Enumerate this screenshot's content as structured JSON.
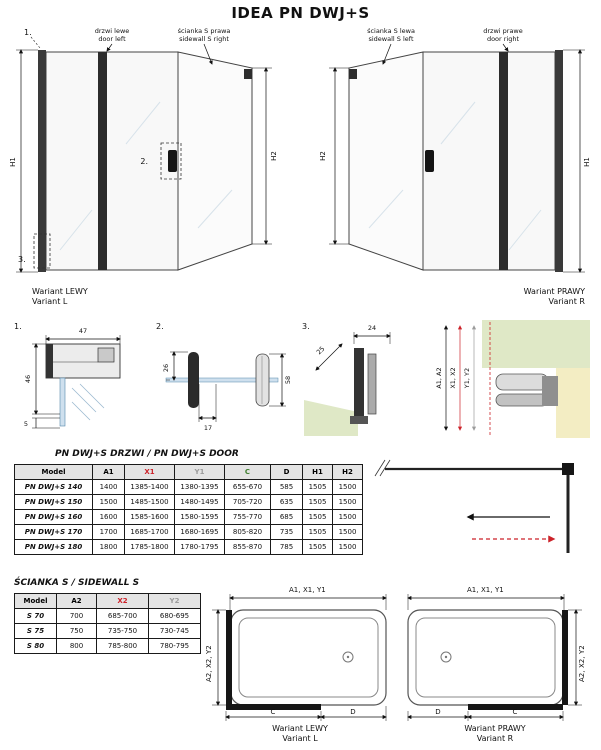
{
  "title": "IDEA PN DWJ+S",
  "colors": {
    "red": "#cc2229",
    "gray": "#9c9c9c",
    "green": "#3f7f2f",
    "light_green": "#dfe8c6",
    "light_yellow": "#f3edc3"
  },
  "variant_left": {
    "marker_1": "1.",
    "marker_2": "2.",
    "marker_3": "3.",
    "door_label_pl": "drzwi lewe",
    "door_label_en": "door left",
    "sidewall_label_pl": "ścianka S prawa",
    "sidewall_label_en": "sidewall S right",
    "h1": "H1",
    "h2": "H2",
    "caption_pl": "Wariant LEWY",
    "caption_en": "Variant L"
  },
  "variant_right": {
    "sidewall_label_pl": "ścianka S lewa",
    "sidewall_label_en": "sidewall S left",
    "door_label_pl": "drzwi prawe",
    "door_label_en": "door right",
    "h1": "H1",
    "h2": "H2",
    "caption_pl": "Wariant PRAWY",
    "caption_en": "Variant R"
  },
  "details": {
    "detail_1": {
      "marker": "1.",
      "dim_width": "47",
      "dim_height": "46",
      "dim_gap": "5"
    },
    "detail_2": {
      "marker": "2.",
      "dim_top": "26",
      "dim_bottom": "17",
      "dim_right": "58"
    },
    "detail_3": {
      "marker": "3.",
      "dim_angle": "25",
      "dim_top": "24"
    },
    "corner": {
      "label_a": "A1, A2",
      "label_x": "X1, X2",
      "label_y": "Y1, Y2"
    }
  },
  "door_table": {
    "title": "PN DWJ+S DRZWI / PN DWJ+S DOOR",
    "headers": [
      "Model",
      "A1",
      "X1",
      "Y1",
      "C",
      "D",
      "H1",
      "H2"
    ],
    "header_colors": [
      "#000000",
      "#000000",
      "#cc2229",
      "#9c9c9c",
      "#3f7f2f",
      "#000000",
      "#000000",
      "#000000"
    ],
    "rows": [
      [
        "PN DWJ+S 140",
        "1400",
        "1385-1400",
        "1380-1395",
        "655-670",
        "585",
        "1505",
        "1500"
      ],
      [
        "PN DWJ+S 150",
        "1500",
        "1485-1500",
        "1480-1495",
        "705-720",
        "635",
        "1505",
        "1500"
      ],
      [
        "PN DWJ+S 160",
        "1600",
        "1585-1600",
        "1580-1595",
        "755-770",
        "685",
        "1505",
        "1500"
      ],
      [
        "PN DWJ+S 170",
        "1700",
        "1685-1700",
        "1680-1695",
        "805-820",
        "735",
        "1505",
        "1500"
      ],
      [
        "PN DWJ+S 180",
        "1800",
        "1785-1800",
        "1780-1795",
        "855-870",
        "785",
        "1505",
        "1500"
      ]
    ]
  },
  "sidewall_table": {
    "title": "ŚCIANKA S / SIDEWALL S",
    "headers": [
      "Model",
      "A2",
      "X2",
      "Y2"
    ],
    "header_colors": [
      "#000000",
      "#000000",
      "#cc2229",
      "#9c9c9c"
    ],
    "rows": [
      [
        "S 70",
        "700",
        "685-700",
        "680-695"
      ],
      [
        "S 75",
        "750",
        "735-750",
        "730-745"
      ],
      [
        "S 80",
        "800",
        "785-800",
        "780-795"
      ]
    ]
  },
  "tub_left": {
    "top_a": "A1,",
    "top_x": "X1,",
    "top_y": "Y1",
    "side_a": "A2,",
    "side_x": "X2,",
    "side_y": "Y2",
    "dim_c": "C",
    "dim_d": "D",
    "caption_pl": "Wariant LEWY",
    "caption_en": "Variant L"
  },
  "tub_right": {
    "top_a": "A1,",
    "top_x": "X1,",
    "top_y": "Y1",
    "side_a": "A2,",
    "side_x": "X2,",
    "side_y": "Y2",
    "dim_c": "C",
    "dim_d": "D",
    "caption_pl": "Wariant PRAWY",
    "caption_en": "Variant R"
  }
}
